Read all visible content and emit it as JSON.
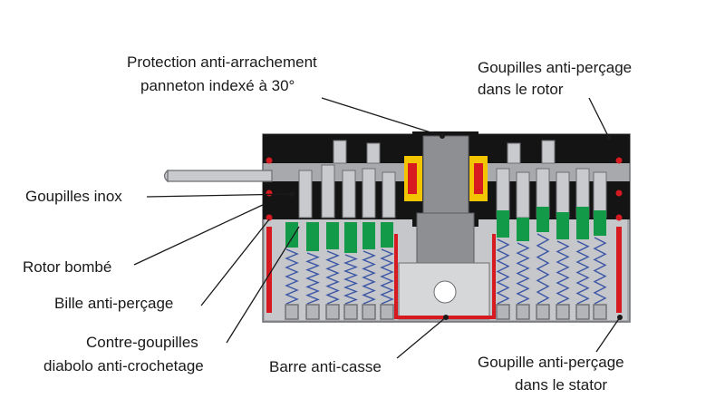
{
  "diagram": {
    "labels": {
      "protection_line1": "Protection anti-arrachement",
      "protection_line2": "panneton indexé à 30°",
      "goupilles_rotor_line1": "Goupilles anti-perçage",
      "goupilles_rotor_line2": "dans le rotor",
      "goupilles_inox": "Goupilles inox",
      "rotor_bombe": "Rotor bombé",
      "bille": "Bille anti-perçage",
      "contre_line1": "Contre-goupilles",
      "contre_line2": "diabolo anti-crochetage",
      "barre": "Barre anti-casse",
      "goupille_stator_line1": "Goupille anti-perçage",
      "goupille_stator_line2": "dans le stator"
    },
    "colors": {
      "body_grey": "#a8a9ad",
      "black": "#141414",
      "red": "#d71920",
      "green": "#139a48",
      "spring_blue": "#3b56a6",
      "yellow": "#f2c500",
      "pin_grey": "#c9cacd"
    }
  }
}
